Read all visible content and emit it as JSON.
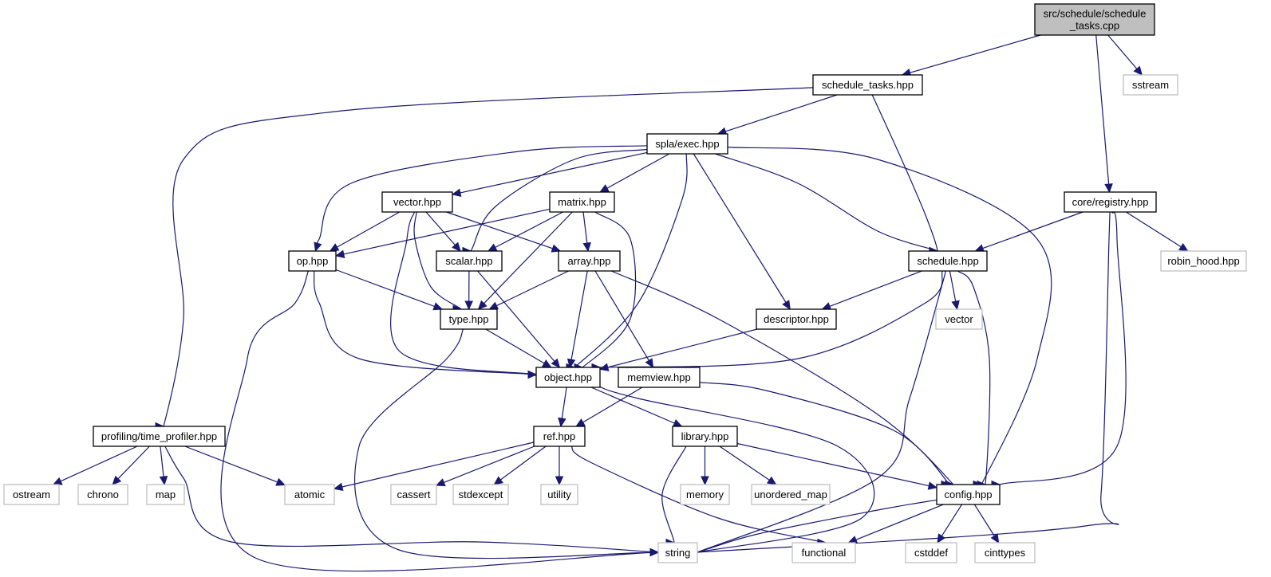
{
  "diagram": {
    "type": "include-dependency-graph",
    "colors": {
      "edge": "#191970",
      "root_fill": "#bfbfbf",
      "internal_border": "#000000",
      "external_border": "#bfbfbf",
      "background": "#ffffff"
    },
    "nodes": [
      {
        "id": "root",
        "kind": "root",
        "lines": [
          "src/schedule/schedule",
          "_tasks.cpp"
        ]
      },
      {
        "id": "schedule_tasks_hpp",
        "kind": "internal",
        "lines": [
          "schedule_tasks.hpp"
        ]
      },
      {
        "id": "sstream",
        "kind": "external",
        "lines": [
          "sstream"
        ]
      },
      {
        "id": "spla_exec_hpp",
        "kind": "internal",
        "lines": [
          "spla/exec.hpp"
        ]
      },
      {
        "id": "core_registry_hpp",
        "kind": "internal",
        "lines": [
          "core/registry.hpp"
        ]
      },
      {
        "id": "vector_hpp",
        "kind": "internal",
        "lines": [
          "vector.hpp"
        ]
      },
      {
        "id": "matrix_hpp",
        "kind": "internal",
        "lines": [
          "matrix.hpp"
        ]
      },
      {
        "id": "op_hpp",
        "kind": "internal",
        "lines": [
          "op.hpp"
        ]
      },
      {
        "id": "scalar_hpp",
        "kind": "internal",
        "lines": [
          "scalar.hpp"
        ]
      },
      {
        "id": "array_hpp",
        "kind": "internal",
        "lines": [
          "array.hpp"
        ]
      },
      {
        "id": "schedule_hpp",
        "kind": "internal",
        "lines": [
          "schedule.hpp"
        ]
      },
      {
        "id": "robin_hood_hpp",
        "kind": "external",
        "lines": [
          "robin_hood.hpp"
        ]
      },
      {
        "id": "type_hpp",
        "kind": "internal",
        "lines": [
          "type.hpp"
        ]
      },
      {
        "id": "descriptor_hpp",
        "kind": "internal",
        "lines": [
          "descriptor.hpp"
        ]
      },
      {
        "id": "vector",
        "kind": "external",
        "lines": [
          "vector"
        ]
      },
      {
        "id": "object_hpp",
        "kind": "internal",
        "lines": [
          "object.hpp"
        ]
      },
      {
        "id": "memview_hpp",
        "kind": "internal",
        "lines": [
          "memview.hpp"
        ]
      },
      {
        "id": "time_profiler_hpp",
        "kind": "internal",
        "lines": [
          "profiling/time_profiler.hpp"
        ]
      },
      {
        "id": "ref_hpp",
        "kind": "internal",
        "lines": [
          "ref.hpp"
        ]
      },
      {
        "id": "library_hpp",
        "kind": "internal",
        "lines": [
          "library.hpp"
        ]
      },
      {
        "id": "ostream",
        "kind": "external",
        "lines": [
          "ostream"
        ]
      },
      {
        "id": "chrono",
        "kind": "external",
        "lines": [
          "chrono"
        ]
      },
      {
        "id": "map",
        "kind": "external",
        "lines": [
          "map"
        ]
      },
      {
        "id": "atomic",
        "kind": "external",
        "lines": [
          "atomic"
        ]
      },
      {
        "id": "cassert",
        "kind": "external",
        "lines": [
          "cassert"
        ]
      },
      {
        "id": "stdexcept",
        "kind": "external",
        "lines": [
          "stdexcept"
        ]
      },
      {
        "id": "utility",
        "kind": "external",
        "lines": [
          "utility"
        ]
      },
      {
        "id": "memory",
        "kind": "external",
        "lines": [
          "memory"
        ]
      },
      {
        "id": "unordered_map",
        "kind": "external",
        "lines": [
          "unordered_map"
        ]
      },
      {
        "id": "config_hpp",
        "kind": "internal",
        "lines": [
          "config.hpp"
        ]
      },
      {
        "id": "string",
        "kind": "external",
        "lines": [
          "string"
        ]
      },
      {
        "id": "functional",
        "kind": "external",
        "lines": [
          "functional"
        ]
      },
      {
        "id": "cstddef",
        "kind": "external",
        "lines": [
          "cstddef"
        ]
      },
      {
        "id": "cinttypes",
        "kind": "external",
        "lines": [
          "cinttypes"
        ]
      }
    ],
    "edges": [
      {
        "from": "root",
        "to": "schedule_tasks_hpp"
      },
      {
        "from": "root",
        "to": "sstream"
      },
      {
        "from": "root",
        "to": "core_registry_hpp"
      },
      {
        "from": "schedule_tasks_hpp",
        "to": "time_profiler_hpp"
      },
      {
        "from": "schedule_tasks_hpp",
        "to": "spla_exec_hpp"
      },
      {
        "from": "schedule_tasks_hpp",
        "to": "schedule_hpp"
      },
      {
        "from": "spla_exec_hpp",
        "to": "op_hpp"
      },
      {
        "from": "spla_exec_hpp",
        "to": "vector_hpp"
      },
      {
        "from": "spla_exec_hpp",
        "to": "scalar_hpp"
      },
      {
        "from": "spla_exec_hpp",
        "to": "matrix_hpp"
      },
      {
        "from": "spla_exec_hpp",
        "to": "object_hpp"
      },
      {
        "from": "spla_exec_hpp",
        "to": "descriptor_hpp"
      },
      {
        "from": "spla_exec_hpp",
        "to": "schedule_hpp"
      },
      {
        "from": "spla_exec_hpp",
        "to": "config_hpp"
      },
      {
        "from": "core_registry_hpp",
        "to": "schedule_hpp"
      },
      {
        "from": "core_registry_hpp",
        "to": "robin_hood_hpp"
      },
      {
        "from": "core_registry_hpp",
        "to": "config_hpp"
      },
      {
        "from": "core_registry_hpp",
        "to": "string"
      },
      {
        "from": "vector_hpp",
        "to": "op_hpp"
      },
      {
        "from": "vector_hpp",
        "to": "scalar_hpp"
      },
      {
        "from": "vector_hpp",
        "to": "array_hpp"
      },
      {
        "from": "vector_hpp",
        "to": "type_hpp"
      },
      {
        "from": "vector_hpp",
        "to": "object_hpp"
      },
      {
        "from": "matrix_hpp",
        "to": "op_hpp"
      },
      {
        "from": "matrix_hpp",
        "to": "scalar_hpp"
      },
      {
        "from": "matrix_hpp",
        "to": "array_hpp"
      },
      {
        "from": "matrix_hpp",
        "to": "type_hpp"
      },
      {
        "from": "matrix_hpp",
        "to": "object_hpp"
      },
      {
        "from": "op_hpp",
        "to": "type_hpp"
      },
      {
        "from": "op_hpp",
        "to": "object_hpp"
      },
      {
        "from": "op_hpp",
        "to": "string"
      },
      {
        "from": "scalar_hpp",
        "to": "type_hpp"
      },
      {
        "from": "scalar_hpp",
        "to": "object_hpp"
      },
      {
        "from": "array_hpp",
        "to": "type_hpp"
      },
      {
        "from": "array_hpp",
        "to": "object_hpp"
      },
      {
        "from": "array_hpp",
        "to": "memview_hpp"
      },
      {
        "from": "array_hpp",
        "to": "config_hpp"
      },
      {
        "from": "schedule_hpp",
        "to": "descriptor_hpp"
      },
      {
        "from": "schedule_hpp",
        "to": "object_hpp"
      },
      {
        "from": "schedule_hpp",
        "to": "vector"
      },
      {
        "from": "schedule_hpp",
        "to": "config_hpp"
      },
      {
        "from": "schedule_hpp",
        "to": "string"
      },
      {
        "from": "type_hpp",
        "to": "object_hpp"
      },
      {
        "from": "type_hpp",
        "to": "string"
      },
      {
        "from": "descriptor_hpp",
        "to": "object_hpp"
      },
      {
        "from": "object_hpp",
        "to": "ref_hpp"
      },
      {
        "from": "object_hpp",
        "to": "library_hpp"
      },
      {
        "from": "object_hpp",
        "to": "string"
      },
      {
        "from": "memview_hpp",
        "to": "ref_hpp"
      },
      {
        "from": "memview_hpp",
        "to": "config_hpp"
      },
      {
        "from": "time_profiler_hpp",
        "to": "ostream"
      },
      {
        "from": "time_profiler_hpp",
        "to": "chrono"
      },
      {
        "from": "time_profiler_hpp",
        "to": "map"
      },
      {
        "from": "time_profiler_hpp",
        "to": "atomic"
      },
      {
        "from": "time_profiler_hpp",
        "to": "string"
      },
      {
        "from": "ref_hpp",
        "to": "atomic"
      },
      {
        "from": "ref_hpp",
        "to": "cassert"
      },
      {
        "from": "ref_hpp",
        "to": "stdexcept"
      },
      {
        "from": "ref_hpp",
        "to": "utility"
      },
      {
        "from": "ref_hpp",
        "to": "functional"
      },
      {
        "from": "library_hpp",
        "to": "string"
      },
      {
        "from": "library_hpp",
        "to": "memory"
      },
      {
        "from": "library_hpp",
        "to": "unordered_map"
      },
      {
        "from": "library_hpp",
        "to": "config_hpp"
      },
      {
        "from": "config_hpp",
        "to": "string"
      },
      {
        "from": "config_hpp",
        "to": "functional"
      },
      {
        "from": "config_hpp",
        "to": "cstddef"
      },
      {
        "from": "config_hpp",
        "to": "cinttypes"
      }
    ]
  }
}
